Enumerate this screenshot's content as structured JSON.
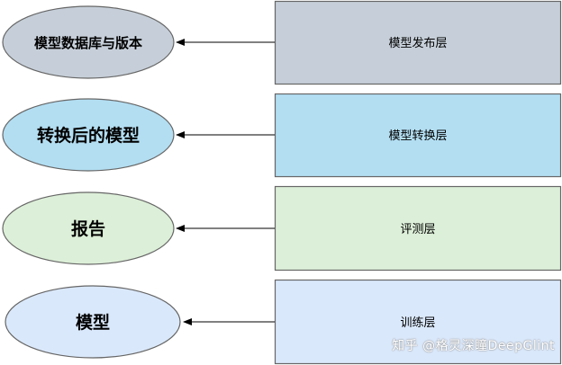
{
  "layers": [
    {
      "box_label": "模型发布层",
      "ellipse_label": "模型数据库与版本",
      "box_fill": "#c6cfd9",
      "ellipse_fill": "#c6cfd9"
    },
    {
      "box_label": "模型转换层",
      "ellipse_label": "转换后的模型",
      "box_fill": "#b3def2",
      "ellipse_fill": "#b3def2"
    },
    {
      "box_label": "评测层",
      "ellipse_label": "报告",
      "box_fill": "#dcefd8",
      "ellipse_fill": "#dcefd8"
    },
    {
      "box_label": "训练层",
      "ellipse_label": "模型",
      "box_fill": "#dae8fb",
      "ellipse_fill": "#dae8fb"
    }
  ],
  "watermark": "知乎 @格灵深瞳DeepGlint"
}
